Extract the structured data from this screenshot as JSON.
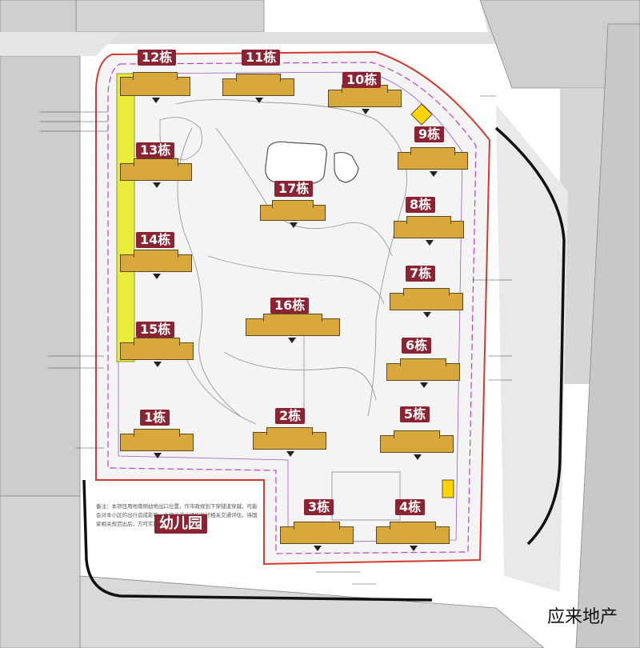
{
  "buildings": [
    {
      "id": "b12",
      "label": "12栋"
    },
    {
      "id": "b11",
      "label": "11栋"
    },
    {
      "id": "b10",
      "label": "10栋"
    },
    {
      "id": "b9",
      "label": "9栋"
    },
    {
      "id": "b13",
      "label": "13栋"
    },
    {
      "id": "b17",
      "label": "17栋"
    },
    {
      "id": "b8",
      "label": "8栋"
    },
    {
      "id": "b14",
      "label": "14栋"
    },
    {
      "id": "b7",
      "label": "7栋"
    },
    {
      "id": "b16",
      "label": "16栋"
    },
    {
      "id": "b15",
      "label": "15栋"
    },
    {
      "id": "b6",
      "label": "6栋"
    },
    {
      "id": "b1",
      "label": "1栋"
    },
    {
      "id": "b2",
      "label": "2栋"
    },
    {
      "id": "b5",
      "label": "5栋"
    },
    {
      "id": "b3",
      "label": "3栋"
    },
    {
      "id": "b4",
      "label": "4栋"
    }
  ],
  "kindergarten": {
    "label": "幼儿园"
  },
  "note": {
    "text": "备注：本项目用地南侧幼地出口位置，作市政规划下穿隧道穿越，可能会对本小区的出行造成影响，由建设单位组织做好相关交通评估，待国家相关规范出后，方可实施。"
  },
  "watermark": {
    "text": "应来地产"
  },
  "colors": {
    "building_fill": "#d9a83c",
    "label_bg": "#8b2333",
    "boundary_red": "#d43a2f",
    "setback_magenta": "#c040c0",
    "road_gray": "#d2d2d2",
    "green_strip": "#e8ec3a"
  }
}
